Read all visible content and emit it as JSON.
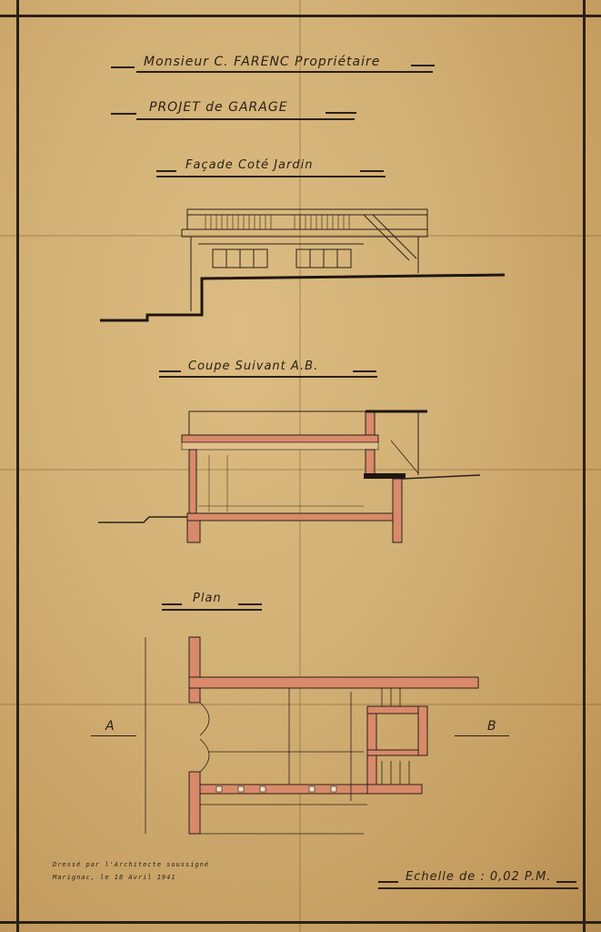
{
  "owner_title": "Monsieur C. FARENC Propriétaire",
  "project_title": "PROJET de GARAGE",
  "sections": {
    "facade": "Façade Coté Jardin",
    "coupe": "Coupe Suivant A.B.",
    "plan": "Plan"
  },
  "section_markers": {
    "a": "A",
    "b": "B"
  },
  "scale": "Echelle de : 0,02 P.M.",
  "signature_line1": "Dressé par l'Architecte soussigné",
  "signature_line2": "Marignac, le 18 Avril 1941",
  "colors": {
    "paper": "#d2b176",
    "ink": "#2b2018",
    "wall_fill": "#d98a6a"
  }
}
